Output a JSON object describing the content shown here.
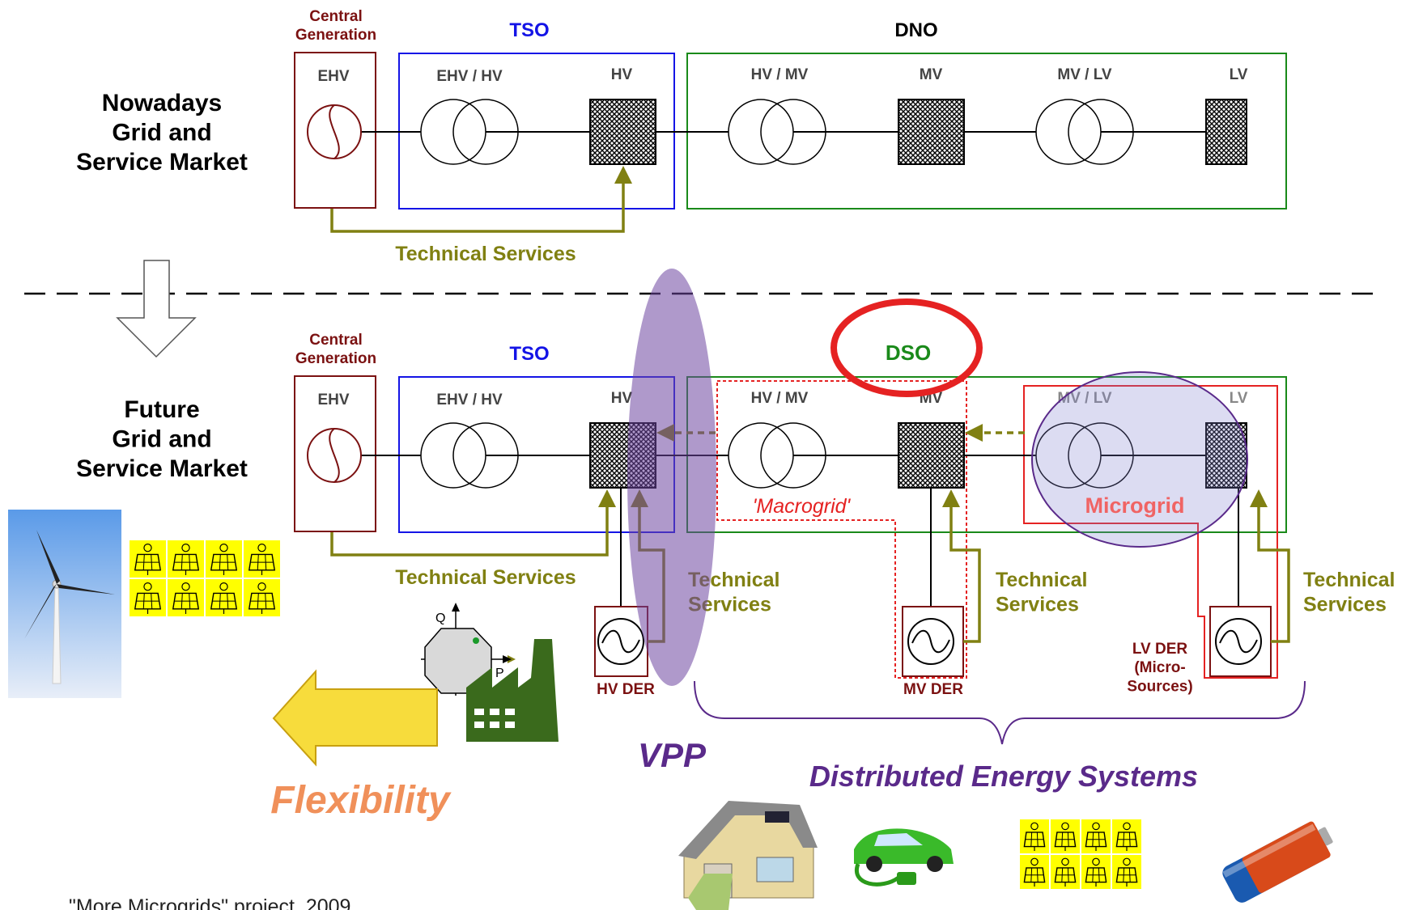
{
  "top": {
    "row_title": "Nowadays\nGrid and\nService Market",
    "central_generation": "Central\nGeneration",
    "tso": "TSO",
    "dno": "DNO",
    "ehv": "EHV",
    "ehv_hv": "EHV / HV",
    "hv": "HV",
    "hv_mv": "HV / MV",
    "mv": "MV",
    "mv_lv": "MV / LV",
    "lv": "LV",
    "technical_services": "Technical Services"
  },
  "bottom": {
    "row_title": "Future\nGrid and\nService Market",
    "central_generation": "Central\nGeneration",
    "tso": "TSO",
    "dso": "DSO",
    "ehv": "EHV",
    "ehv_hv": "EHV / HV",
    "hv": "HV",
    "hv_mv": "HV / MV",
    "mv": "MV",
    "mv_lv": "MV / LV",
    "lv": "LV",
    "technical_services": "Technical Services",
    "technical_services_hv": "Technical\nServices",
    "technical_services_mv": "Technical\nServices",
    "technical_services_lv": "Technical\nServices",
    "macrogrid": "'Macrogrid'",
    "microgrid": "Microgrid",
    "hv_der": "HV DER",
    "mv_der": "MV DER",
    "lv_der": "LV DER\n(Micro-\nSources)",
    "vpp": "VPP",
    "distributed_energy_systems": "Distributed Energy Systems",
    "flexibility": "Flexibility",
    "pq_q": "Q",
    "pq_p": "P"
  },
  "footer": {
    "source": "\"More Microgrids\" project, 2009"
  },
  "colors": {
    "dark_red": "#7b1111",
    "blue": "#1414e6",
    "green": "#1a8a1a",
    "olive": "#808012",
    "red": "#e52222",
    "purple": "#5a2a8a",
    "orange": "#f0905a"
  }
}
